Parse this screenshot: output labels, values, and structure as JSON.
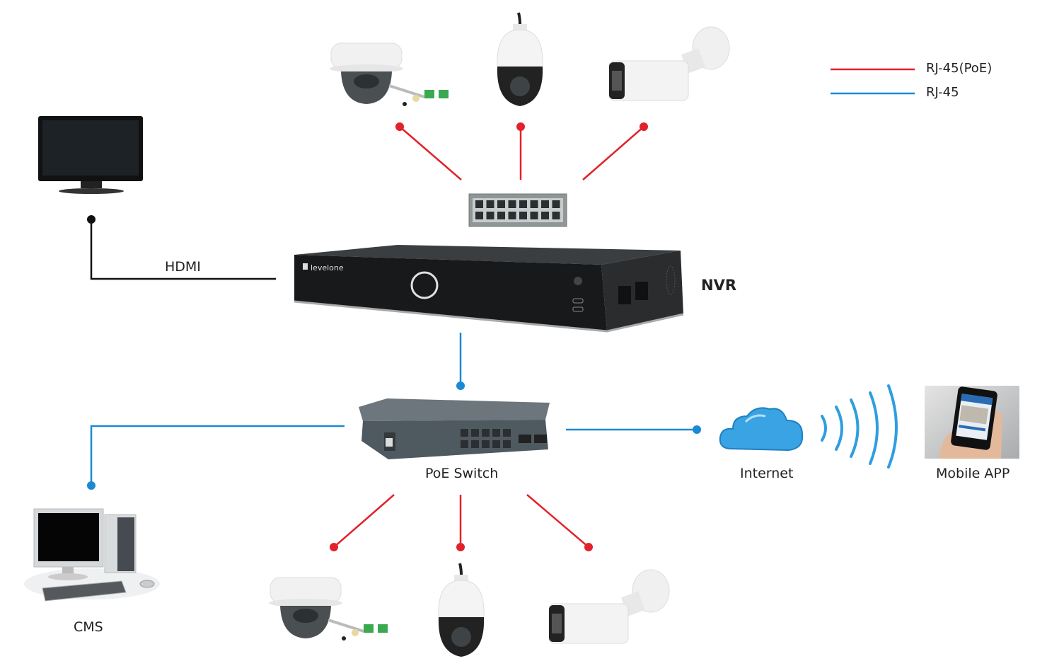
{
  "legend": {
    "items": [
      {
        "label": "RJ-45(PoE)",
        "color": "#e2222b"
      },
      {
        "label": "RJ-45",
        "color": "#1a8ad4"
      }
    ]
  },
  "colors": {
    "poe": "#e2222b",
    "rj45": "#1a8ad4",
    "hdmi": "#111111",
    "cloud": "#3aa3e3"
  },
  "labels": {
    "hdmi": "HDMI",
    "nvr": "NVR",
    "poe_switch": "PoE Switch",
    "internet": "Internet",
    "mobile_app": "Mobile APP",
    "cms": "CMS"
  },
  "brand": {
    "nvr_logo": "levelone"
  }
}
